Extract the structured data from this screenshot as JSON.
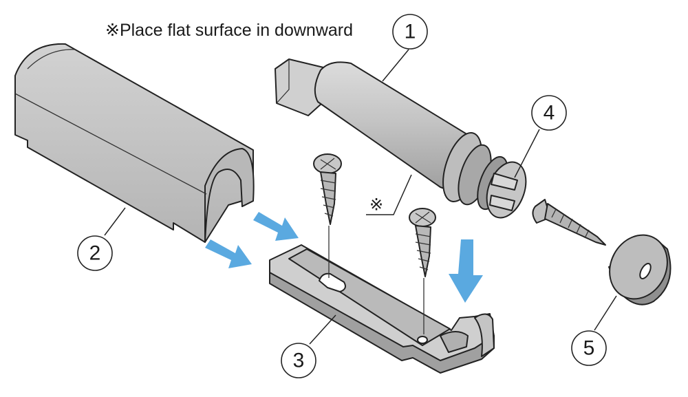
{
  "note": "※Place flat surface in downward",
  "asterisk": "※",
  "callouts": [
    {
      "id": "1",
      "label": "1"
    },
    {
      "id": "2",
      "label": "2"
    },
    {
      "id": "3",
      "label": "3"
    },
    {
      "id": "4",
      "label": "4"
    },
    {
      "id": "5",
      "label": "5"
    }
  ],
  "colors": {
    "part_fill": "#c9c9c9",
    "part_shade": "#a9a9a9",
    "part_dark": "#8c8c8c",
    "arrow": "#5aa9e0",
    "outline": "#222222"
  }
}
